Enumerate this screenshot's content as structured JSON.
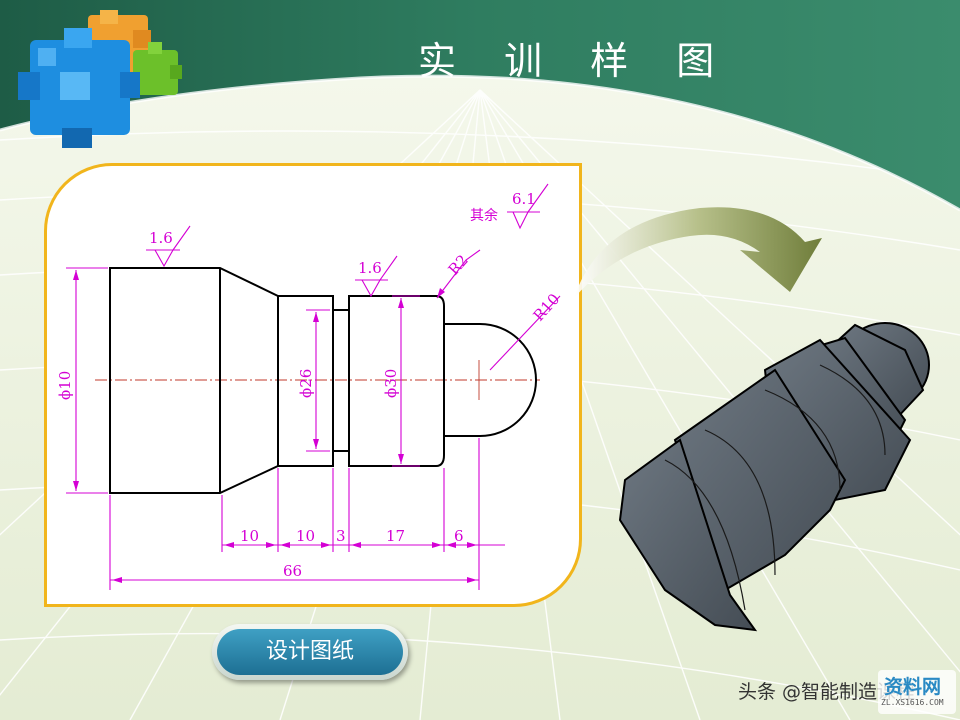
{
  "slide": {
    "title": "实 训 样 图",
    "caption_button": "设计图纸",
    "watermark": "头条 @智能制造课程",
    "badge": {
      "name": "资料网",
      "url": "ZL.XS1616.COM"
    },
    "colors": {
      "header_green": "#2d7a5f",
      "card_border": "#f1b51c",
      "dimension_magenta": "#d400d4",
      "centerline_red": "#c0392b",
      "button_blue": "#2a86ad",
      "part_gray": "#5b6570"
    }
  },
  "drawing": {
    "roughness_marks": [
      "1.6",
      "1.6"
    ],
    "other_roughness": {
      "label": "其余",
      "value": "6.1"
    },
    "radius_labels": [
      "R2",
      "R10"
    ],
    "diameters": [
      "ϕ10",
      "ϕ26",
      "ϕ30"
    ],
    "bottom_dims": [
      "10",
      "10",
      "3",
      "17",
      "6"
    ],
    "overall_length": "66"
  },
  "decorations": {
    "logo": "puzzle-cubes-icon",
    "arrow": "curved-arrow-icon",
    "model": "3d-shaft-part"
  }
}
